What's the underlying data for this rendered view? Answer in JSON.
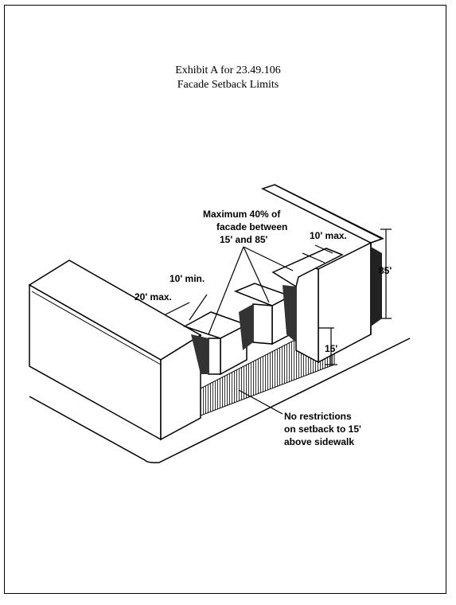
{
  "title": {
    "line1": "Exhibit A for 23.49.106",
    "line2": "Facade Setback Limits"
  },
  "labels": {
    "max40_l1": "Maximum 40% of",
    "max40_l2": "facade between",
    "max40_l3": "15' and 85'",
    "ten_max": "10' max.",
    "ten_min": "10' min.",
    "twenty_max": "20' max.",
    "h85": "85'",
    "h15": "15'",
    "norestr_l1": "No restrictions",
    "norestr_l2": "on setback to 15'",
    "norestr_l3": "above sidewalk"
  }
}
